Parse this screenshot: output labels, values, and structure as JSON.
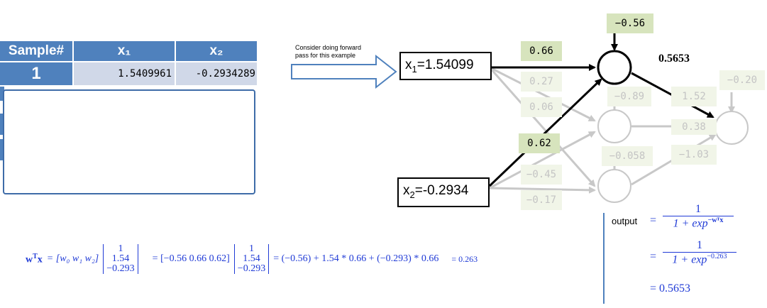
{
  "table": {
    "headers": [
      "Sample#",
      "x₁",
      "x₂"
    ],
    "row": {
      "sample": "1",
      "x1": "1.5409961",
      "x2": "-0.2934289"
    }
  },
  "note": {
    "line1": "Consider doing forward",
    "line2": "pass for this example"
  },
  "inputs": {
    "x1": {
      "base": "x",
      "sub": "1",
      "value": "=1.54099"
    },
    "x2": {
      "base": "x",
      "sub": "2",
      "value": "=-0.2934"
    }
  },
  "weights": {
    "h1_bias": "−0.56",
    "h1_x1": "0.66",
    "h1_x2": "0.62",
    "h2_x1": "0.27",
    "h2_x2": "0.06",
    "h2_bias": "−0.89",
    "h3_x1": "−0.45",
    "h3_x2": "−0.17",
    "h3_bias": "−0.058",
    "o_bias": "−0.20",
    "o_h1": "1.52",
    "o_h2": "0.38",
    "o_h3": "−1.03"
  },
  "h1_output": "0.5653",
  "equation": {
    "lhs": "w",
    "lhs_sup": "T",
    "lhs_x": "x",
    "w_row": "= [w₀   w₁   w₂]",
    "vec1": [
      "1",
      "1.54",
      "−0.293"
    ],
    "w_vals": "= [−0.56   0.66   0.62]",
    "vec2": [
      "1",
      "1.54",
      "−0.293"
    ],
    "expansion": "= (−0.56) + 1.54 * 0.66 + (−0.293) * 0.66",
    "result": "= 0.263"
  },
  "sigmoid": {
    "label": "output",
    "eq1": "=",
    "num1": "1",
    "den1_base": "1 + exp",
    "den1_sup": "−wᵀx",
    "eq2": "=",
    "num2": "1",
    "den2_base": "1 + exp",
    "den2_sup": "−0.263",
    "final": "= 0.5653"
  },
  "colors": {
    "table_header": "#4f81bd",
    "table_cell": "#d0d8e8",
    "weight_active": "#d7e4bd",
    "equation": "#1f3ad6"
  }
}
